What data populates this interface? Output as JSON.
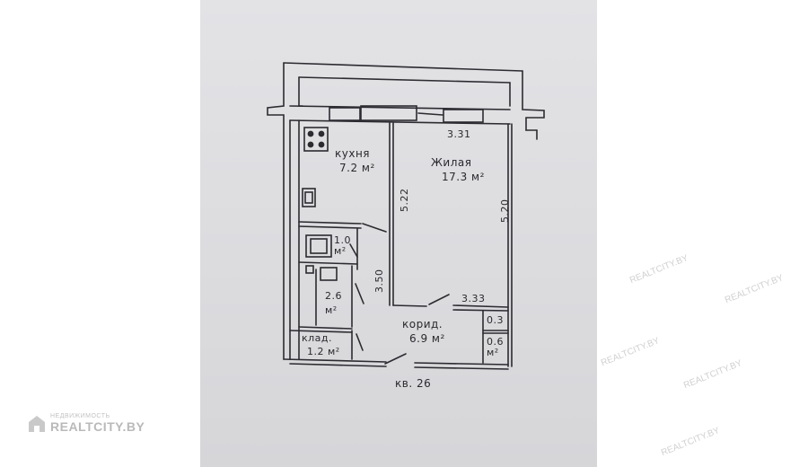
{
  "plan": {
    "rooms": {
      "kitchen": {
        "name": "кухня",
        "area": "7.2 м²"
      },
      "living": {
        "name": "Жилая",
        "area": "17.3 м²"
      },
      "bathroom": {
        "area": "1.0 м²"
      },
      "toilet": {
        "area": "2.6 м²"
      },
      "storage": {
        "name": "клад.",
        "area": "1.2 м²"
      },
      "corridor": {
        "name": "корид.",
        "area": "6.9 м²"
      },
      "closet_a": {
        "area": "0.3"
      },
      "closet_b": {
        "area": "0.6 м²"
      }
    },
    "dimensions": {
      "top_width": "3.31",
      "kitchen_height": "5.22",
      "living_height": "5.20",
      "corridor_width": "3.33",
      "corridor_height": "3.50"
    },
    "apartment_label": "кв. 26"
  },
  "watermarks": {
    "brand_top": "НЕДВИЖИМОСТЬ",
    "brand_main": "REALTCITY.BY",
    "repeat": "REALTCITY.BY"
  }
}
